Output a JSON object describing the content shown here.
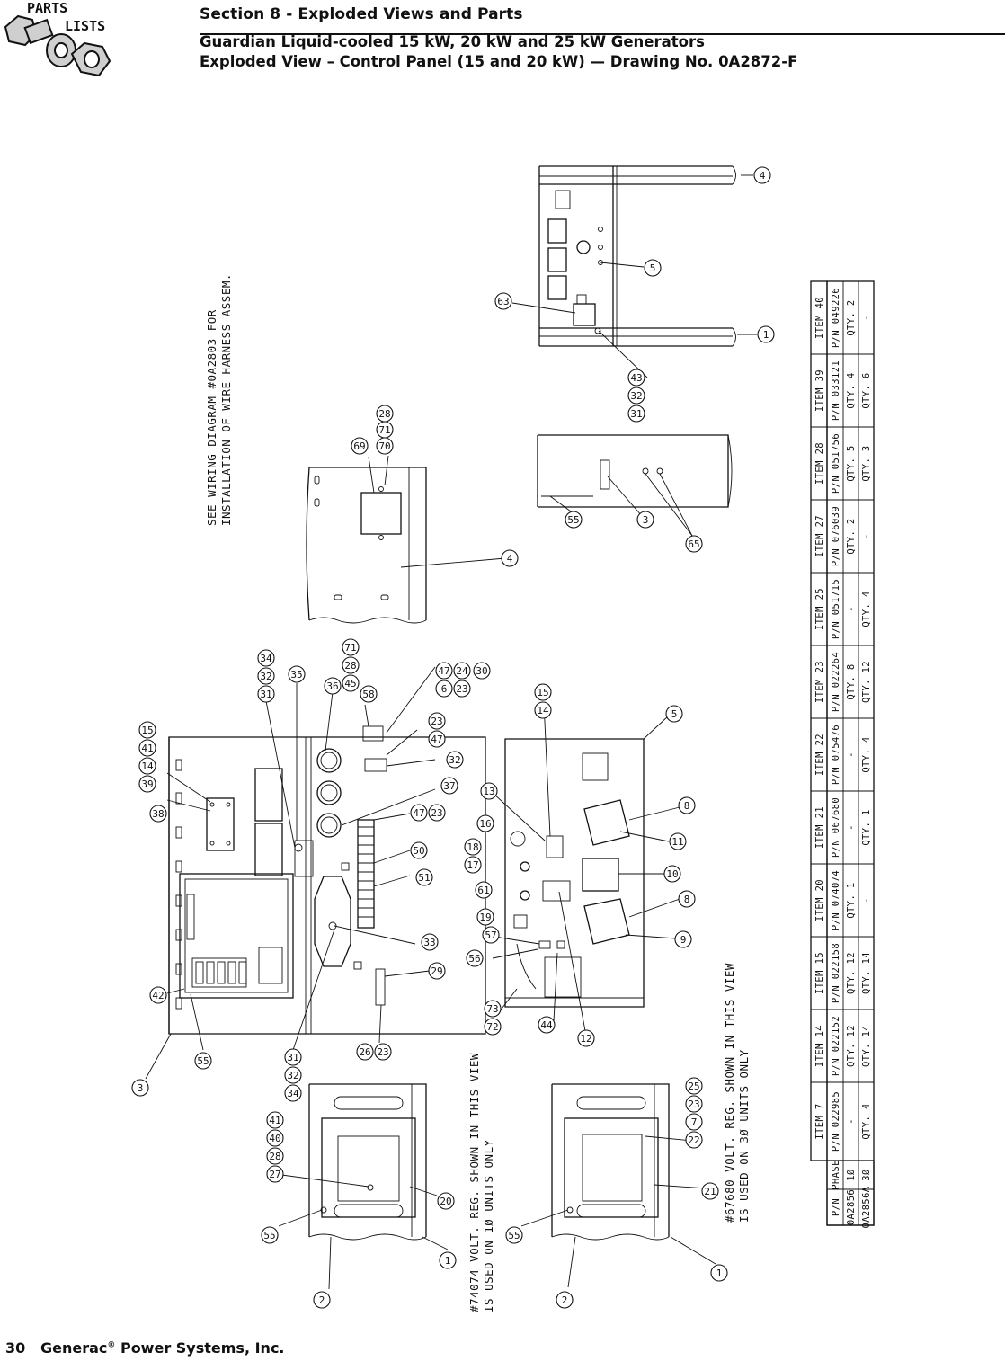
{
  "logo": {
    "line1": "PARTS",
    "line2": "LISTS",
    "icon": "bolt-nut-washer-icon"
  },
  "header": {
    "section": "Section 8 - Exploded Views and Parts",
    "subtitle": "Guardian Liquid-cooled 15 kW, 20 kW and 25 kW Generators",
    "drawing_title": "Exploded View – Control Panel (15 and 20 kW) — Drawing No. 0A2872-F"
  },
  "notes": {
    "wiring_line1": "SEE WIRING DIAGRAM #0A2803 FOR",
    "wiring_line2": "INSTALLATION OF WIRE HARNESS ASSEM.",
    "reg1_line1": "#74074 VOLT. REG. SHOWN IN THIS VIEW",
    "reg1_line2": "IS USED ON 1Ø UNITS ONLY",
    "reg3_line1": "#67680 VOLT. REG. SHOWN IN THIS VIEW",
    "reg3_line2": "IS USED ON 3Ø UNITS ONLY"
  },
  "balloons": {
    "b1": "1",
    "b2": "2",
    "b3": "3",
    "b4": "4",
    "b5": "5",
    "b6": "6",
    "b7": "7",
    "b8": "8",
    "b9": "9",
    "b10": "10",
    "b11": "11",
    "b12": "12",
    "b13": "13",
    "b14": "14",
    "b15": "15",
    "b16": "16",
    "b17": "17",
    "b18": "18",
    "b19": "19",
    "b20": "20",
    "b21": "21",
    "b22": "22",
    "b23": "23",
    "b24": "24",
    "b25": "25",
    "b26": "26",
    "b27": "27",
    "b28": "28",
    "b29": "29",
    "b30": "30",
    "b31": "31",
    "b32": "32",
    "b33": "33",
    "b34": "34",
    "b35": "35",
    "b36": "36",
    "b37": "37",
    "b38": "38",
    "b39": "39",
    "b40": "40",
    "b41": "41",
    "b42": "42",
    "b43": "43",
    "b44": "44",
    "b45": "45",
    "b47": "47",
    "b50": "50",
    "b51": "51",
    "b55": "55",
    "b56": "56",
    "b57": "57",
    "b58": "58",
    "b61": "61",
    "b63": "63",
    "b65": "65",
    "b69": "69",
    "b70": "70",
    "b71": "71",
    "b72": "72",
    "b73": "73"
  },
  "parts_table": {
    "headers": [
      "P/N",
      "PHASE",
      "ITEM 7",
      "ITEM 14",
      "ITEM 15",
      "ITEM 20",
      "ITEM 21",
      "ITEM 22",
      "ITEM 23",
      "ITEM 25",
      "ITEM 27",
      "ITEM 28",
      "ITEM 39",
      "ITEM 40"
    ],
    "part_numbers": [
      "P/N 022985",
      "P/N 022152",
      "P/N 022158",
      "P/N 074074",
      "P/N 067680",
      "P/N 075476",
      "P/N 022264",
      "P/N 051715",
      "P/N 076039",
      "P/N 051756",
      "P/N 033121",
      "P/N 049226"
    ],
    "rows": [
      {
        "pn": "0A2856",
        "phase": "1Ø",
        "cells": [
          "-",
          "QTY. 12",
          "QTY. 12",
          "QTY. 1",
          "-",
          "-",
          "QTY. 8",
          "-",
          "QTY. 2",
          "QTY. 5",
          "QTY. 4",
          "QTY. 2"
        ]
      },
      {
        "pn": "0A2856A",
        "phase": "3Ø",
        "cells": [
          "QTY. 4",
          "QTY. 14",
          "QTY. 14",
          "-",
          "QTY. 1",
          "QTY. 4",
          "QTY. 12",
          "QTY. 4",
          "-",
          "QTY. 3",
          "QTY. 6",
          "-"
        ]
      }
    ]
  },
  "footer": {
    "page": "30",
    "company": "Generac",
    "reg": "®",
    "suffix": " Power Systems, Inc."
  }
}
